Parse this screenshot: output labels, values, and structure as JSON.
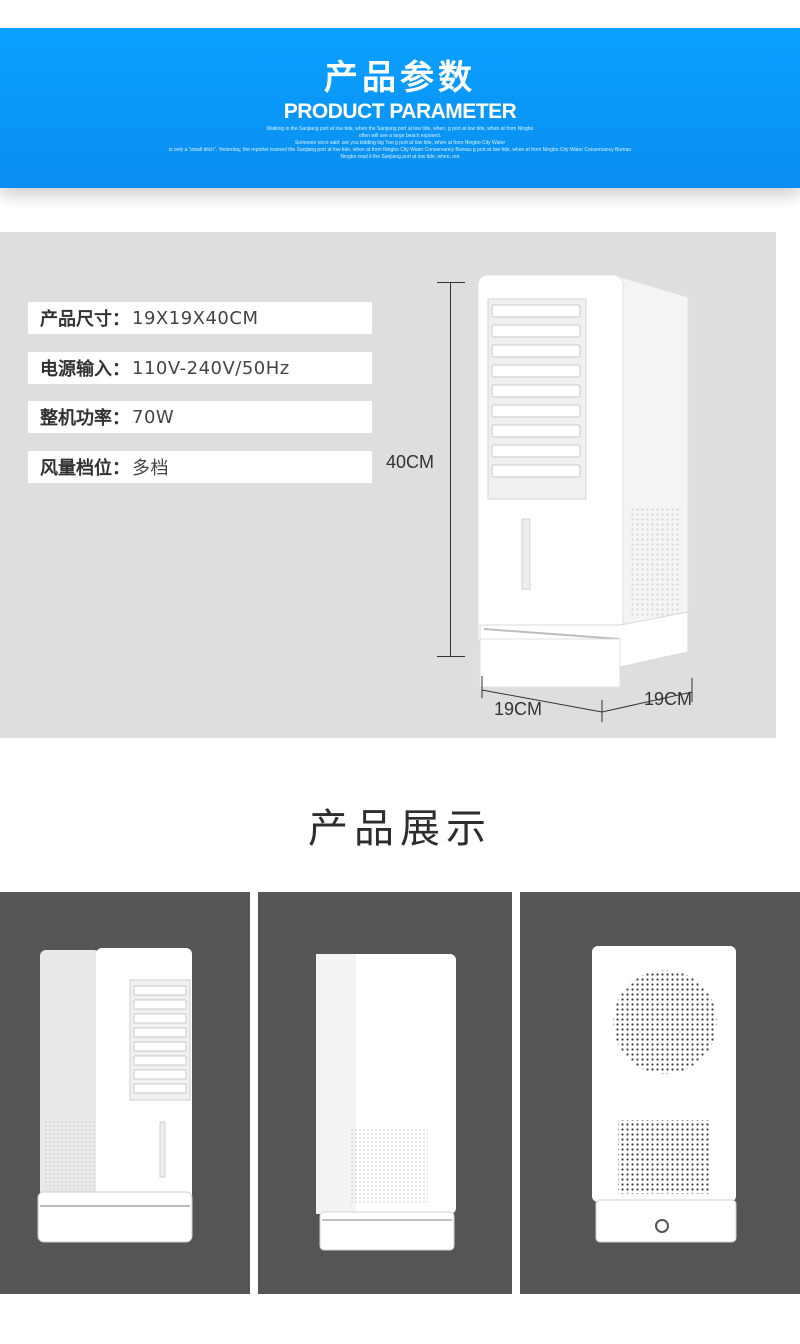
{
  "banner": {
    "title": "产品参数",
    "subtitle": "PRODUCT PARAMETER",
    "fine_print": [
      "Walking in the Sanjiang port at low tide, when the Sanjiang port at low tide, when, g port at low tide, when at from Ningbo",
      "often will see a large beach exposed.",
      "Someone once said: are you kidding big Yao g port at low tide, when at from Ningbo City Water",
      "is only a \"small ditch\". Yesterday, the reporter learned the Sanjiang port at low tide, when at from Ningbo City Water Conservancy Bureau g port at low tide, when at from Ningbo City Water Conservancy Bureau",
      "Ningbo read it the Sanjiang port at low tide, when, ree"
    ],
    "color": "#0a97f7"
  },
  "parameters": [
    {
      "label": "产品尺寸：",
      "value": "19X19X40CM"
    },
    {
      "label": "电源输入：",
      "value": "110V-240V/50Hz"
    },
    {
      "label": "整机功率：",
      "value": "70W"
    },
    {
      "label": "风量档位：",
      "value": "多档"
    }
  ],
  "dimensions": {
    "height": "40CM",
    "width": "19CM",
    "depth": "19CM"
  },
  "display": {
    "title": "产品展示",
    "photo_background": "#555555"
  }
}
